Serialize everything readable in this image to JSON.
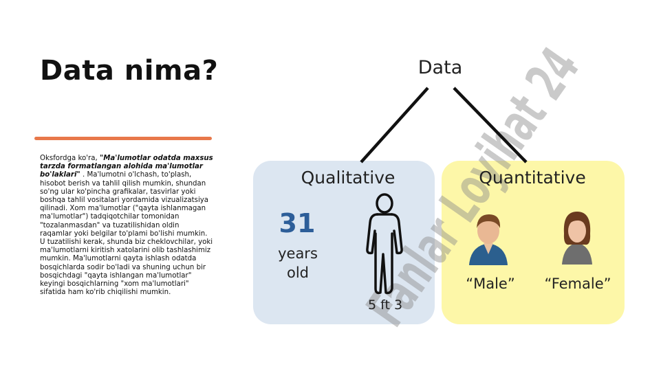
{
  "slide": {
    "title": "Data nima?",
    "body": {
      "intro": "Oksfordga ko'ra, ",
      "quote": "\"Ma'lumotlar odatda maxsus tarzda formatlangan alohida ma'lumotlar bo'laklari\"",
      "rest": " . Ma'lumotni o'lchash, to'plash, hisobot berish va tahlil qilish mumkin, shundan so'ng ular ko'pincha grafikalar, tasvirlar yoki boshqa tahlil vositalari yordamida vizualizatsiya qilinadi. Xom ma'lumotlar (\"qayta ishlanmagan ma'lumotlar\") tadqiqotchilar tomonidan \"tozalanmasdan\" va tuzatilishidan oldin raqamlar yoki belgilar to'plami bo'lishi mumkin. U tuzatilishi kerak, shunda biz cheklovchilar, yoki ma'lumotlarni kiritish xatolarini olib tashlashimiz mumkin. Ma'lumotlarni qayta ishlash odatda bosqichlarda sodir bo'ladi va shuning uchun bir bosqichdagi \"qayta ishlangan ma'lumotlar\" keyingi bosqichlarning \"xom ma'lumotlari\" sifatida ham ko'rib chiqilishi mumkin."
    }
  },
  "diagram": {
    "root": "Data",
    "watermark": "Fanlar Loyihat 24",
    "qualitative": {
      "label": "Qualitative",
      "number": "31",
      "unit_line1": "years",
      "unit_line2": "old",
      "height": "5 ft 3"
    },
    "quantitative": {
      "label": "Quantitative",
      "male": "“Male”",
      "female": "“Female”"
    }
  },
  "colors": {
    "accent_line": "#e8784a",
    "qualitative_box": "#dce6f1",
    "quantitative_box": "#fdf7a8",
    "number_blue": "#2d5e99",
    "watermark_purple": "#c8b4ee",
    "watermark_gray": "#8a8a8a"
  }
}
